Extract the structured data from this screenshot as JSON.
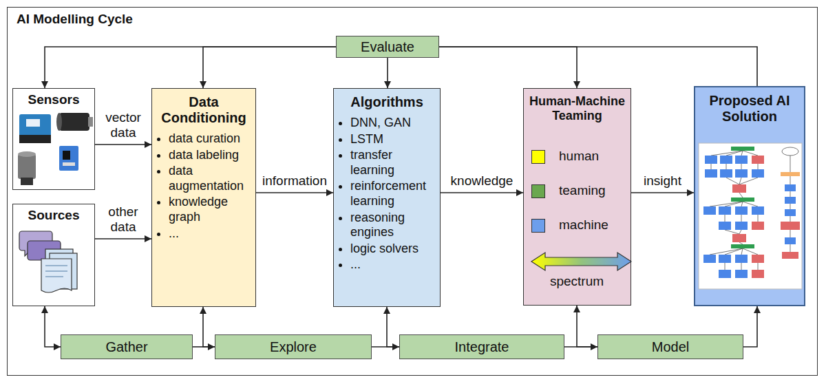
{
  "diagram": {
    "title": "AI Modelling Cycle",
    "nodes": [
      {
        "text": [
          "Evaluate"
        ]
      },
      {
        "text": [
          "Sensors"
        ]
      },
      {
        "text": [
          "Sources"
        ]
      },
      {
        "text": [
          "Data Conditioning",
          "data curation",
          "data labeling",
          "data augmentation",
          "knowledge graph",
          "..."
        ]
      },
      {
        "text": [
          "Algorithms",
          "DNN, GAN",
          "LSTM",
          "transfer learning",
          "reinforcement learning",
          "reasoning engines",
          "logic solvers",
          "..."
        ]
      },
      {
        "text": [
          "Human-Machine Teaming"
        ]
      },
      {
        "text": [
          "Proposed AI Solution"
        ]
      },
      {
        "text": [
          "Gather"
        ]
      },
      {
        "text": [
          "Explore"
        ]
      },
      {
        "text": [
          "Integrate"
        ]
      },
      {
        "text": [
          "Model"
        ]
      }
    ],
    "edges": [
      {
        "from": 0,
        "to": 1,
        "arrow": "to"
      },
      {
        "from": 0,
        "to": 3,
        "arrow": "to"
      },
      {
        "from": 0,
        "to": 4,
        "arrow": "to"
      },
      {
        "from": 0,
        "to": 5,
        "arrow": "to"
      },
      {
        "from": 6,
        "to": 0,
        "arrow": "none"
      },
      {
        "from": 1,
        "to": 3,
        "label": "vector data",
        "arrow": "to"
      },
      {
        "from": 2,
        "to": 3,
        "label": "other data",
        "arrow": "to"
      },
      {
        "from": 3,
        "to": 4,
        "label": "information",
        "arrow": "to"
      },
      {
        "from": 4,
        "to": 5,
        "label": "knowledge",
        "arrow": "to"
      },
      {
        "from": 5,
        "to": 6,
        "label": "insight",
        "arrow": "to"
      },
      {
        "from": 2,
        "to": 7,
        "arrow": "both"
      },
      {
        "from": 7,
        "to": 8,
        "arrow": "none"
      },
      {
        "from": 3,
        "to": 8,
        "arrow": "both"
      },
      {
        "from": 8,
        "to": 9,
        "arrow": "none"
      },
      {
        "from": 4,
        "to": 9,
        "arrow": "both"
      },
      {
        "from": 9,
        "to": 10,
        "arrow": "none"
      },
      {
        "from": 5,
        "to": 10,
        "arrow": "both"
      },
      {
        "from": 10,
        "to": 6,
        "arrow": "to"
      }
    ],
    "labels": [
      "spectrum"
    ],
    "legend": [
      {
        "text": "human",
        "color": "#ffff00"
      },
      {
        "text": "teaming",
        "color": "#6aa84f"
      },
      {
        "text": "machine",
        "color": "#6d9eeb"
      }
    ]
  }
}
